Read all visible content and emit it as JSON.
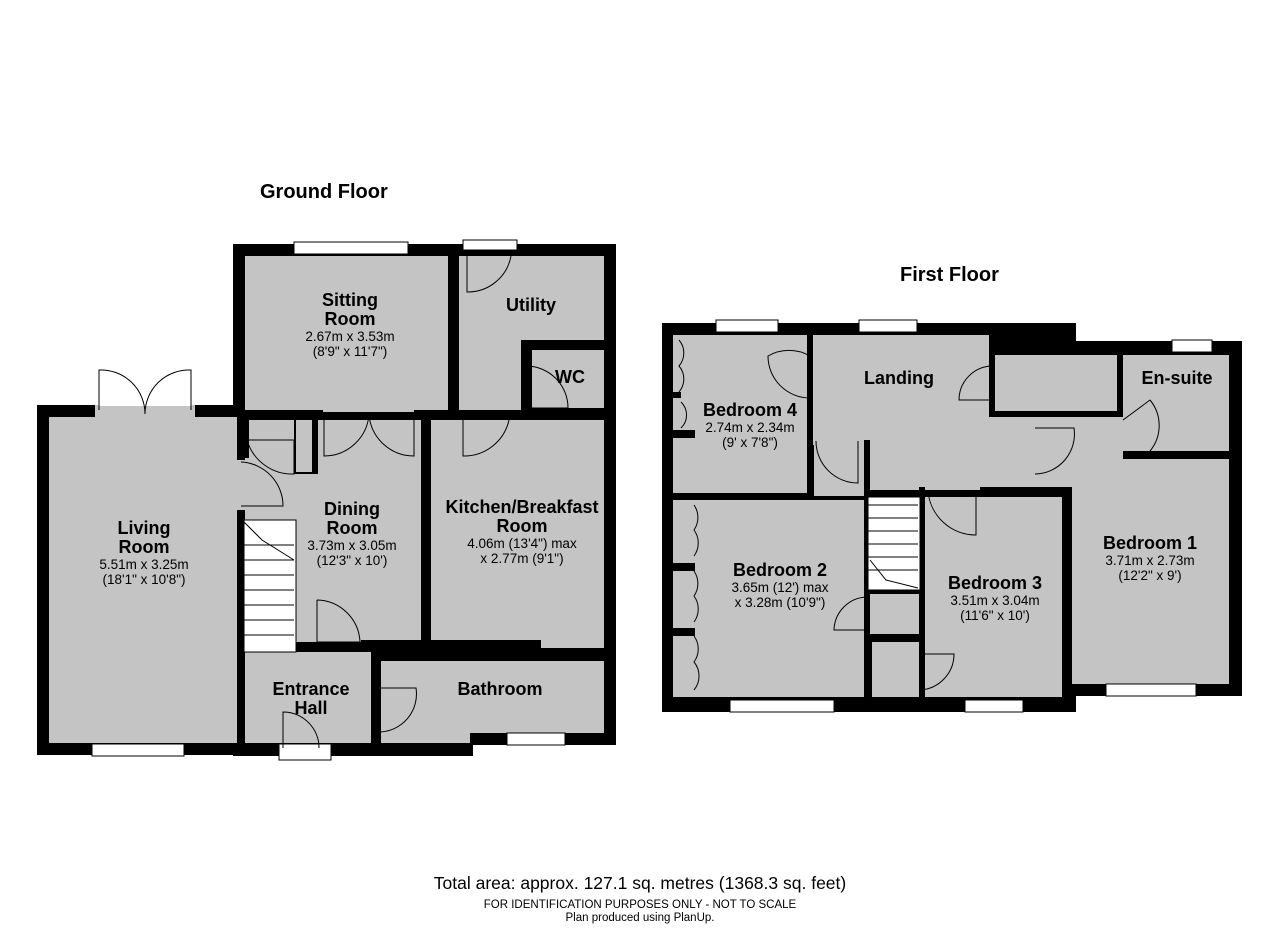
{
  "ground_floor": {
    "title": "Ground Floor",
    "rooms": {
      "sitting": {
        "name": "Sitting\nRoom",
        "metric": "2.67m x 3.53m",
        "imperial": "(8'9\" x 11'7\")"
      },
      "utility": {
        "name": "Utility"
      },
      "wc": {
        "name": "WC"
      },
      "living": {
        "name": "Living\nRoom",
        "metric": "5.51m x 3.25m",
        "imperial": "(18'1\" x 10'8\")"
      },
      "dining": {
        "name": "Dining\nRoom",
        "metric": "3.73m x 3.05m",
        "imperial": "(12'3\" x 10')"
      },
      "kitchen": {
        "name": "Kitchen/Breakfast\nRoom",
        "metric": "4.06m (13'4\") max",
        "imperial": "x 2.77m (9'1\")"
      },
      "entrance": {
        "name": "Entrance\nHall"
      },
      "bathroom": {
        "name": "Bathroom"
      }
    }
  },
  "first_floor": {
    "title": "First Floor",
    "rooms": {
      "landing": {
        "name": "Landing"
      },
      "ensuite": {
        "name": "En-suite"
      },
      "bedroom4": {
        "name": "Bedroom 4",
        "metric": "2.74m x 2.34m",
        "imperial": "(9' x 7'8\")"
      },
      "bedroom1": {
        "name": "Bedroom 1",
        "metric": "3.71m x 2.73m",
        "imperial": "(12'2\" x 9')"
      },
      "bedroom2": {
        "name": "Bedroom 2",
        "metric": "3.65m (12') max",
        "imperial": "x 3.28m (10'9\")"
      },
      "bedroom3": {
        "name": "Bedroom 3",
        "metric": "3.51m x 3.04m",
        "imperial": "(11'6\" x 10')"
      }
    }
  },
  "footer": {
    "total_area": "Total area: approx. 127.1 sq. metres (1368.3 sq. feet)",
    "disclaimer": "FOR IDENTIFICATION PURPOSES ONLY - NOT TO SCALE",
    "credit": "Plan produced using PlanUp."
  },
  "colors": {
    "floor": "#c4c4c4",
    "wall": "#000000"
  }
}
